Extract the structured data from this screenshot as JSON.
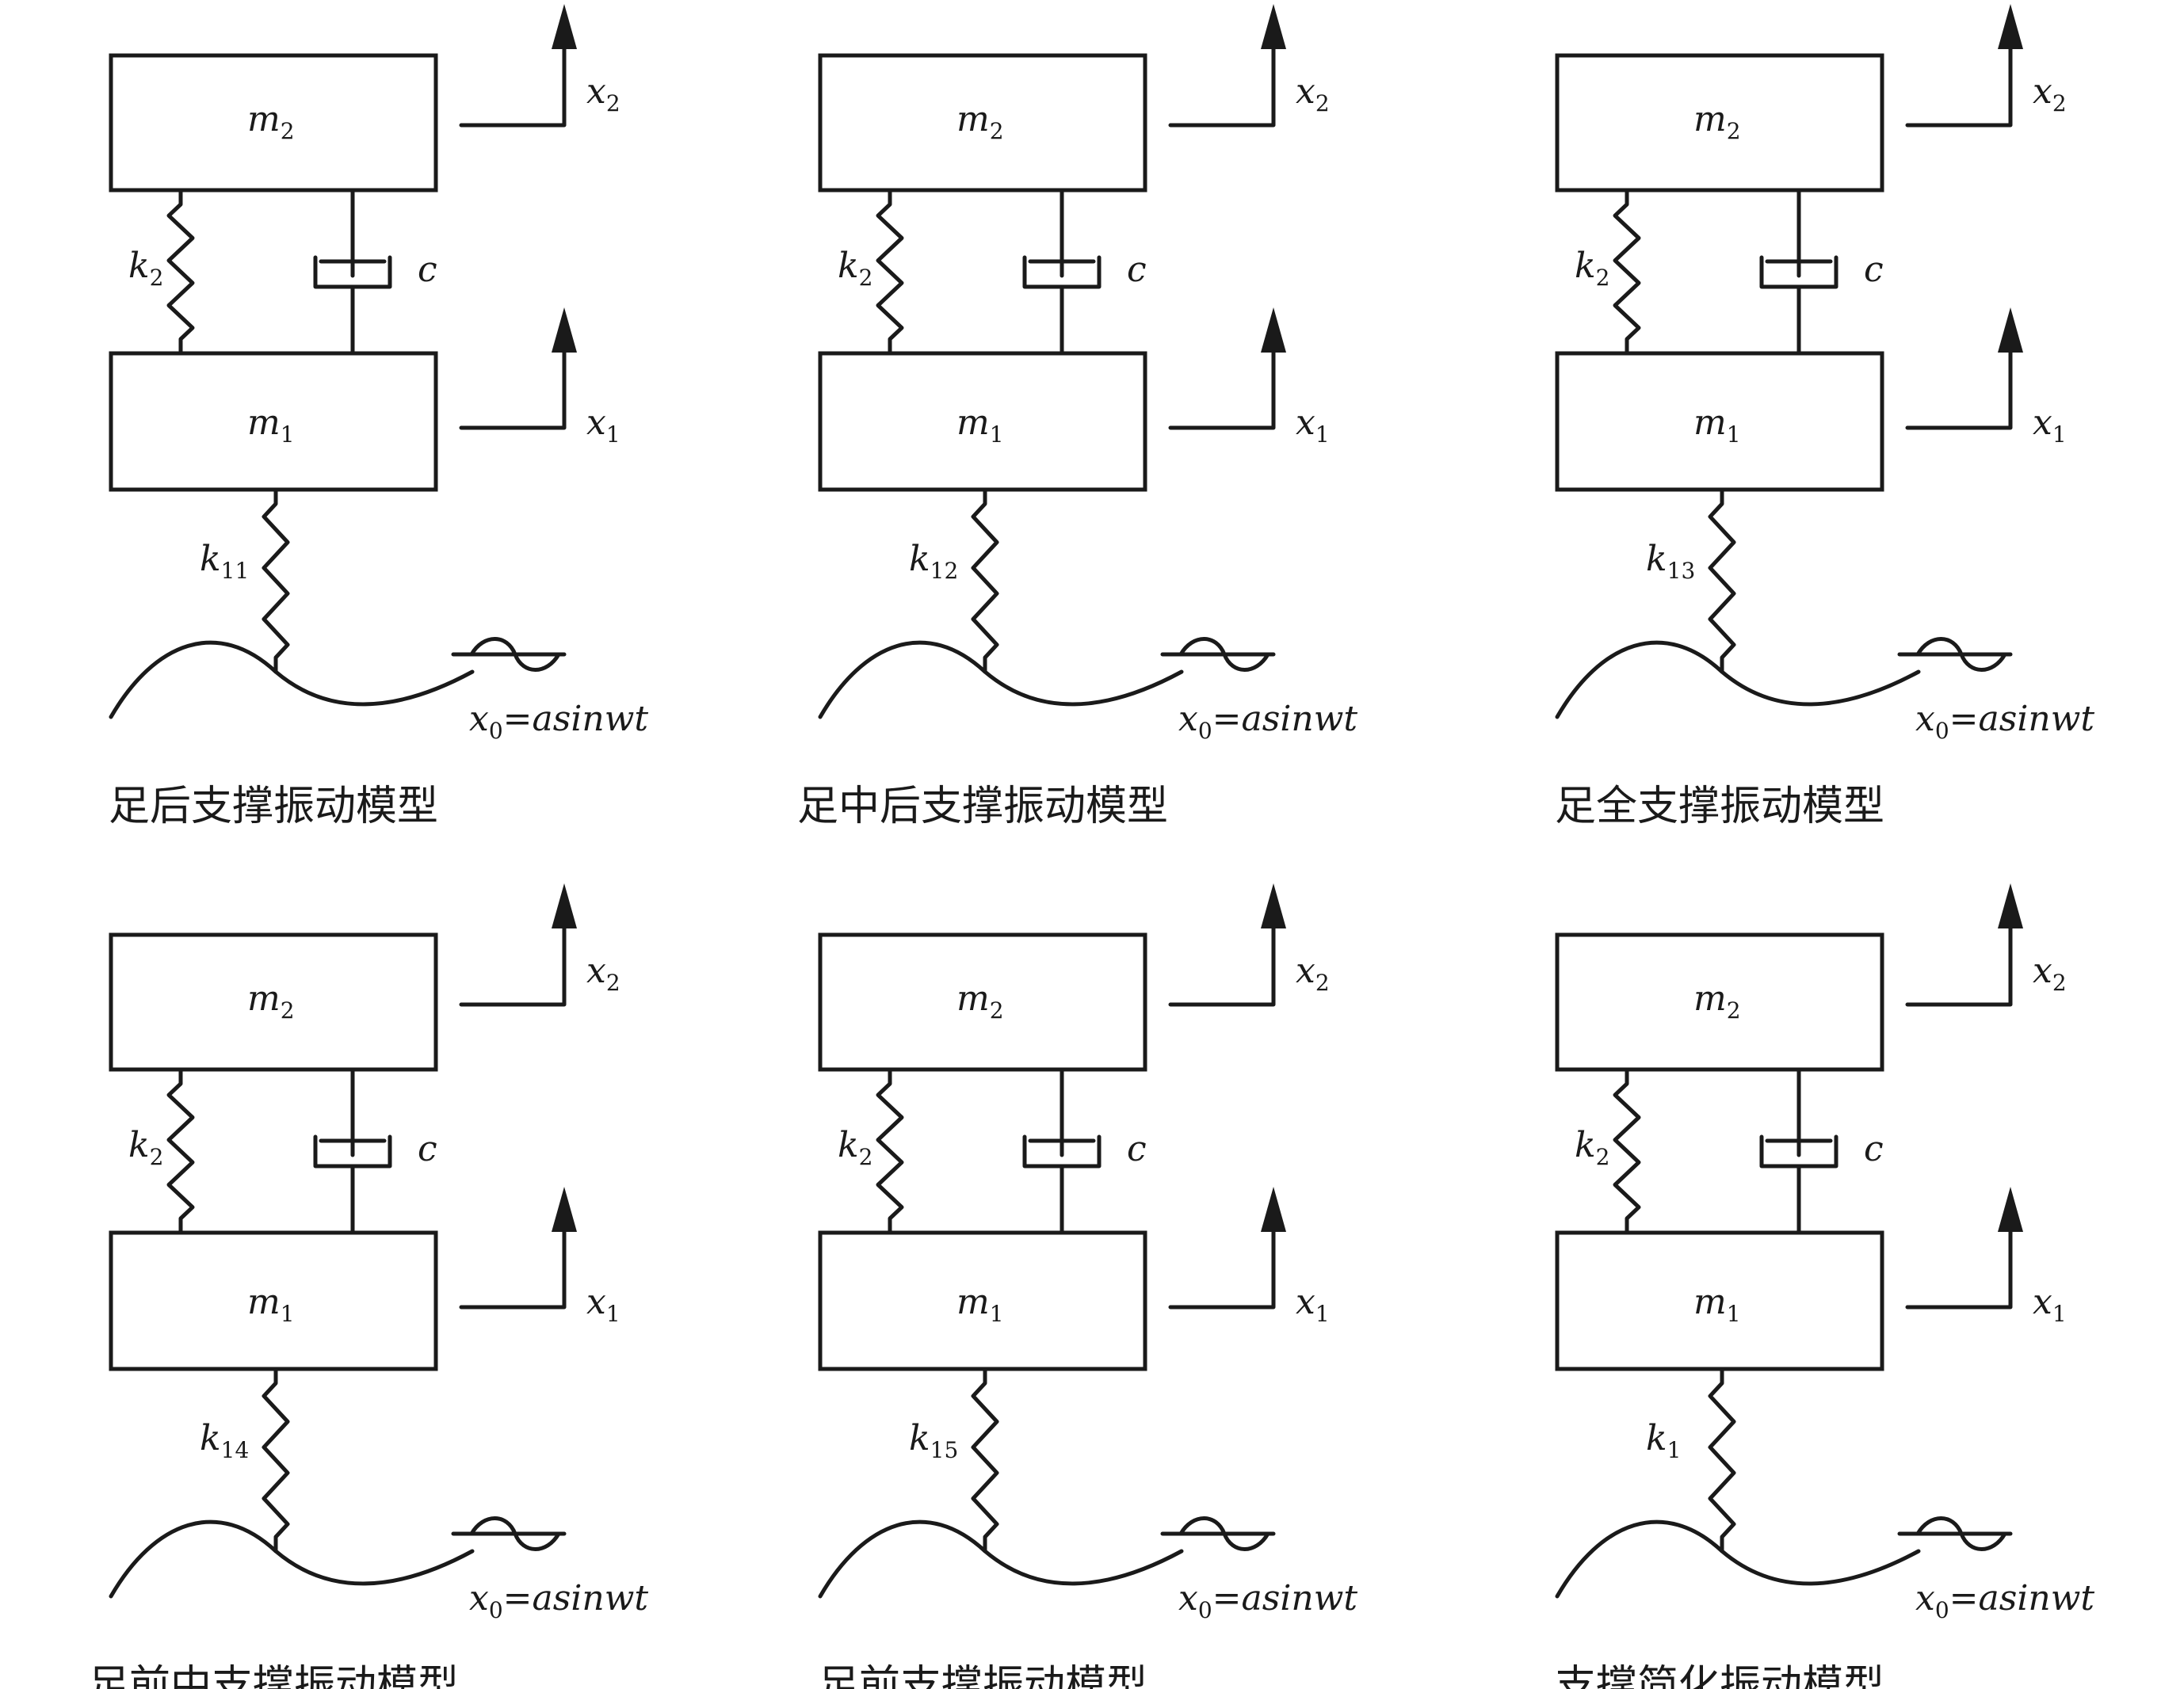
{
  "panels": [
    {
      "caption": "足后支撑振动模型",
      "k_ground": {
        "base": "k",
        "sub": "11"
      }
    },
    {
      "caption": "足中后支撑振动模型",
      "k_ground": {
        "base": "k",
        "sub": "12"
      }
    },
    {
      "caption": "足全支撑振动模型",
      "k_ground": {
        "base": "k",
        "sub": "13"
      }
    },
    {
      "caption": "足前中支撑振动模型",
      "k_ground": {
        "base": "k",
        "sub": "14"
      }
    },
    {
      "caption": "足前支撑振动模型",
      "k_ground": {
        "base": "k",
        "sub": "15"
      }
    },
    {
      "caption": "支撑简化振动模型",
      "k_ground": {
        "base": "k",
        "sub": "1"
      }
    }
  ],
  "labels": {
    "m2": {
      "base": "m",
      "sub": "2"
    },
    "m1": {
      "base": "m",
      "sub": "1"
    },
    "k2": {
      "base": "k",
      "sub": "2"
    },
    "c": "c",
    "x2": {
      "base": "x",
      "sub": "2"
    },
    "x1": {
      "base": "x",
      "sub": "1"
    },
    "x0_base": "x",
    "x0_sub": "0",
    "x0_rest": "=asinwt"
  }
}
